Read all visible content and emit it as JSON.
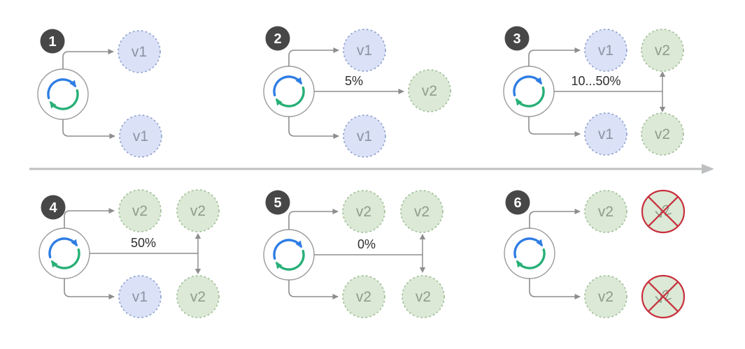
{
  "icons": {
    "service_node": "circular-update-sync-icon",
    "terminated_mark": "red-crossed-circle-icon",
    "timeline": "right-arrow-divider"
  },
  "colors": {
    "sync_arrow_blue": "#2e7de4",
    "sync_arrow_green": "#27b077",
    "v1_fill": "#dbe2f7",
    "v1_border": "#8fa2cf",
    "v1_text": "#8a94a3",
    "v2_fill": "#dbe9d6",
    "v2_border": "#a2bf97",
    "v2_text": "#8e9e89",
    "terminated_red": "#c8303d",
    "badge_background": "#474747",
    "connector_gray": "#8d8d8d",
    "divider_gray": "#bdbfc1"
  },
  "stages": [
    {
      "badge": "1",
      "nodes": {
        "top_left": "v1",
        "bottom_left": "v1"
      }
    },
    {
      "badge": "2",
      "traffic_label": "5%",
      "nodes": {
        "top_left": "v1",
        "right": "v2",
        "bottom_left": "v1"
      }
    },
    {
      "badge": "3",
      "traffic_label": "10...50%",
      "nodes": {
        "top_left": "v1",
        "top_right": "v2",
        "bottom_left": "v1",
        "bottom_right": "v2"
      }
    },
    {
      "badge": "4",
      "traffic_label": "50%",
      "nodes": {
        "top_left": "v2",
        "top_right": "v2",
        "bottom_left": "v1",
        "bottom_right": "v2"
      }
    },
    {
      "badge": "5",
      "traffic_label": "0%",
      "nodes": {
        "top_left": "v2",
        "top_right": "v2",
        "bottom_left": "v2",
        "bottom_right": "v2"
      }
    },
    {
      "badge": "6",
      "nodes": {
        "top_left": "v2",
        "top_right": "v2",
        "bottom_left": "v2",
        "bottom_right": "v2"
      },
      "terminated_nodes": [
        "top_right",
        "bottom_right"
      ]
    }
  ]
}
